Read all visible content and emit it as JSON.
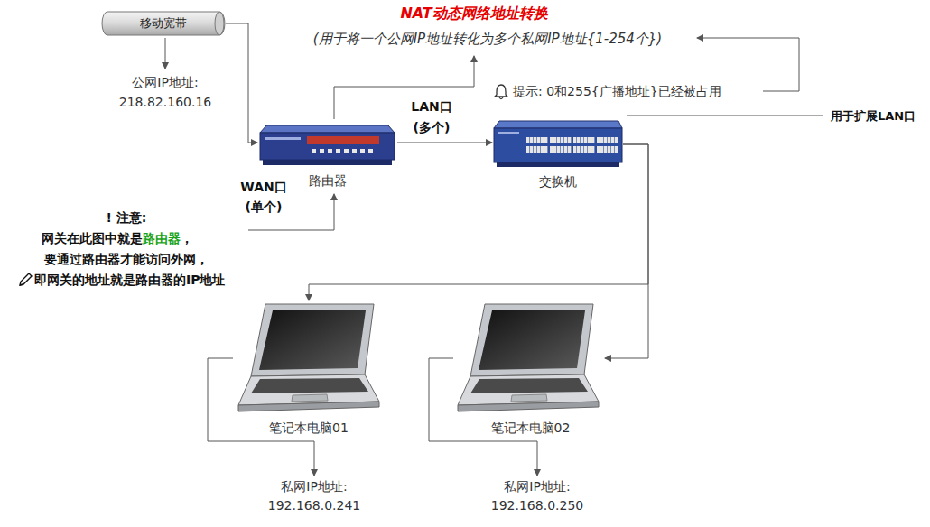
{
  "diagram": {
    "nodes": [
      {
        "text": [
          "移动宽带"
        ]
      },
      {
        "text": [
          "路由器"
        ]
      },
      {
        "text": [
          "交换机"
        ]
      },
      {
        "text": [
          "笔记本电脑01"
        ]
      },
      {
        "text": [
          "笔记本电脑02"
        ]
      }
    ],
    "edges": [
      {
        "from": 0,
        "to": 1,
        "arrow": "to"
      },
      {
        "from": 1,
        "to": 2,
        "arrow": "to"
      },
      {
        "from": 2,
        "to": 3,
        "arrow": "to"
      },
      {
        "from": 2,
        "to": 4,
        "arrow": "to"
      }
    ],
    "labels": [
      "NAT动态网络地址转换",
      "(用于将一个公网IP地址转化为多个私网IP地址{1-254个})",
      "公网IP地址:",
      "218.82.160.16",
      "提示: 0和255{广播地址}已经被占用",
      "LAN口",
      "(多个)",
      "用于扩展LAN口",
      "WAN口",
      "(单个)",
      "! 注意:",
      "网关在此图中就是",
      "路由器",
      "，",
      "要通过路由器才能访问外网，",
      "即网关的地址就是路由器的IP地址",
      "私网IP地址:",
      "192.168.0.241",
      "私网IP地址:",
      "192.168.0.250"
    ]
  }
}
